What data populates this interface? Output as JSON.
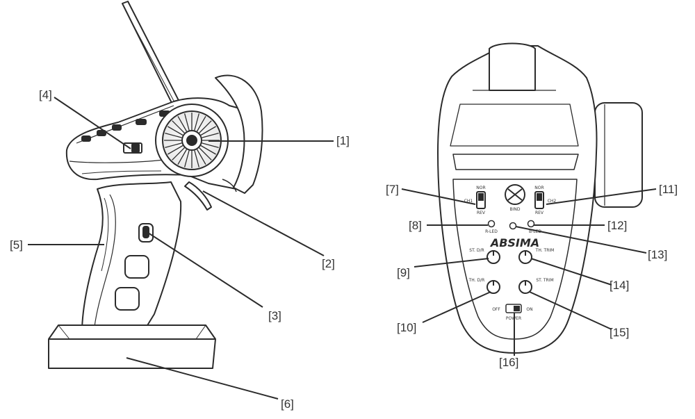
{
  "callouts": [
    {
      "id": "1",
      "label": "[1]"
    },
    {
      "id": "2",
      "label": "[2]"
    },
    {
      "id": "3",
      "label": "[3]"
    },
    {
      "id": "4",
      "label": "[4]"
    },
    {
      "id": "5",
      "label": "[5]"
    },
    {
      "id": "6",
      "label": "[6]"
    },
    {
      "id": "7",
      "label": "[7]"
    },
    {
      "id": "8",
      "label": "[8]"
    },
    {
      "id": "9",
      "label": "[9]"
    },
    {
      "id": "10",
      "label": "[10]"
    },
    {
      "id": "11",
      "label": "[11]"
    },
    {
      "id": "12",
      "label": "[12]"
    },
    {
      "id": "13",
      "label": "[13]"
    },
    {
      "id": "14",
      "label": "[14]"
    },
    {
      "id": "15",
      "label": "[15]"
    },
    {
      "id": "16",
      "label": "[16]"
    }
  ],
  "panel_text": {
    "brand": "ABSIMA",
    "power_off": "OFF",
    "power_on": "ON",
    "power": "POWER",
    "ch_nor": "NOR",
    "ch_rev": "REV",
    "ch1": "CH1",
    "ch2": "CH2",
    "bind": "BIND",
    "led_left": "R-LED",
    "led_right": "B-LED",
    "st_rate": "ST. D/R",
    "th_trim": "TH. TRIM",
    "th_dr": "TH. D/R",
    "st_trim": "ST. TRIM"
  },
  "colors": {
    "line": "#2b2b2b",
    "label": "#333333"
  }
}
